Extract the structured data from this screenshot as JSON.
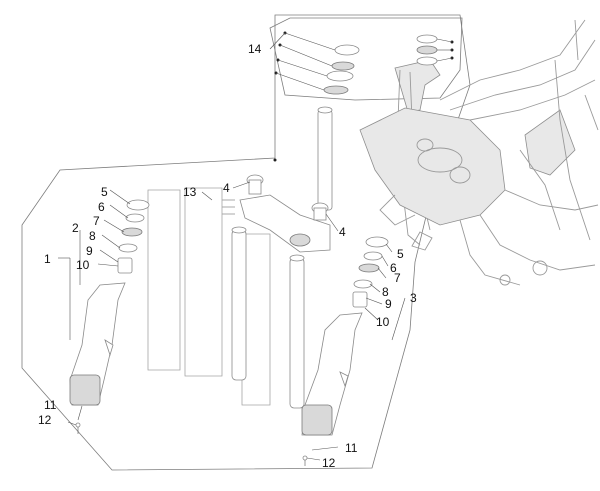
{
  "callouts": {
    "c1": "1",
    "c2": "2",
    "c3": "3",
    "c4a": "4",
    "c4b": "4",
    "c5a": "5",
    "c5b": "5",
    "c6a": "6",
    "c6b": "6",
    "c7a": "7",
    "c7b": "7",
    "c8a": "8",
    "c8b": "8",
    "c9a": "9",
    "c9b": "9",
    "c10a": "10",
    "c10b": "10",
    "c11a": "11",
    "c11b": "11",
    "c12a": "12",
    "c12b": "12",
    "c13": "13",
    "c14": "14"
  }
}
